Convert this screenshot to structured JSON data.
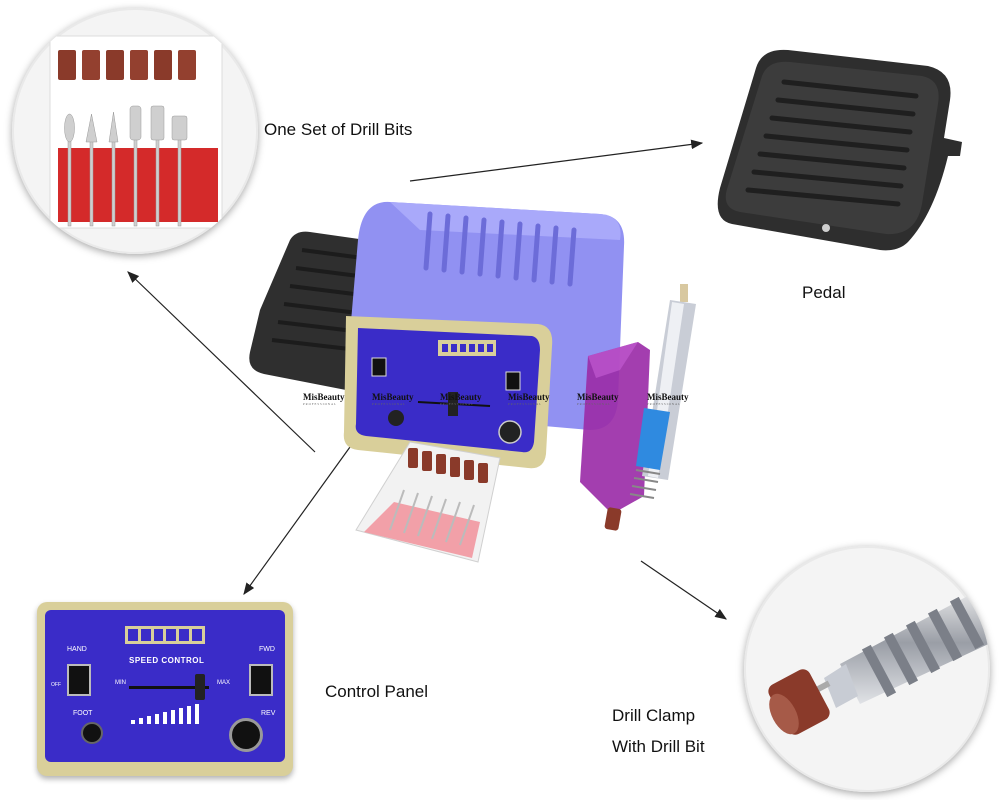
{
  "labels": {
    "drill_bits": "One Set of Drill Bits",
    "pedal": "Pedal",
    "control_panel": "Control Panel",
    "clamp_line1": "Drill Clamp",
    "clamp_line2": "With Drill Bit"
  },
  "watermark": {
    "brand": "MisBeauty",
    "tagline": "PROFESSIONAL"
  },
  "panel_text": {
    "hand": "HAND",
    "foot": "FOOT",
    "fwd": "FWD",
    "rev": "REV",
    "speed_control": "SPEED CONTROL",
    "min": "MIN",
    "max": "MAX",
    "off": "OFF"
  },
  "colors": {
    "device_purple": "#8f8ff0",
    "panel_blue": "#3a2cc8",
    "trim_gold": "#d9cf9a",
    "pedal_dark": "#3a3a3a",
    "holder_purple": "#9b2ea8",
    "bit_red": "#c43a3a",
    "sanding_band": "#8a3a2a"
  }
}
